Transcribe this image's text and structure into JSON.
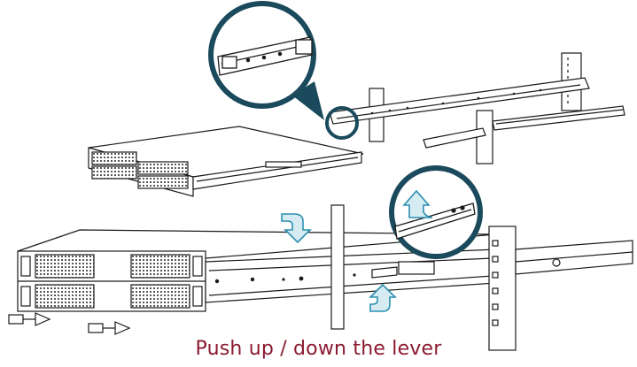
{
  "caption": "Push up / down the lever",
  "colors": {
    "line": "#1a1a1a",
    "callout_ring": "#1b4a5c",
    "arrow_fill": "#d7ebf2",
    "arrow_stroke": "#2b8fb0",
    "caption": "#8b1a2f"
  },
  "icons": [
    "magnifier-callout",
    "curved-down-arrow",
    "curved-up-arrow",
    "screw-icon"
  ]
}
